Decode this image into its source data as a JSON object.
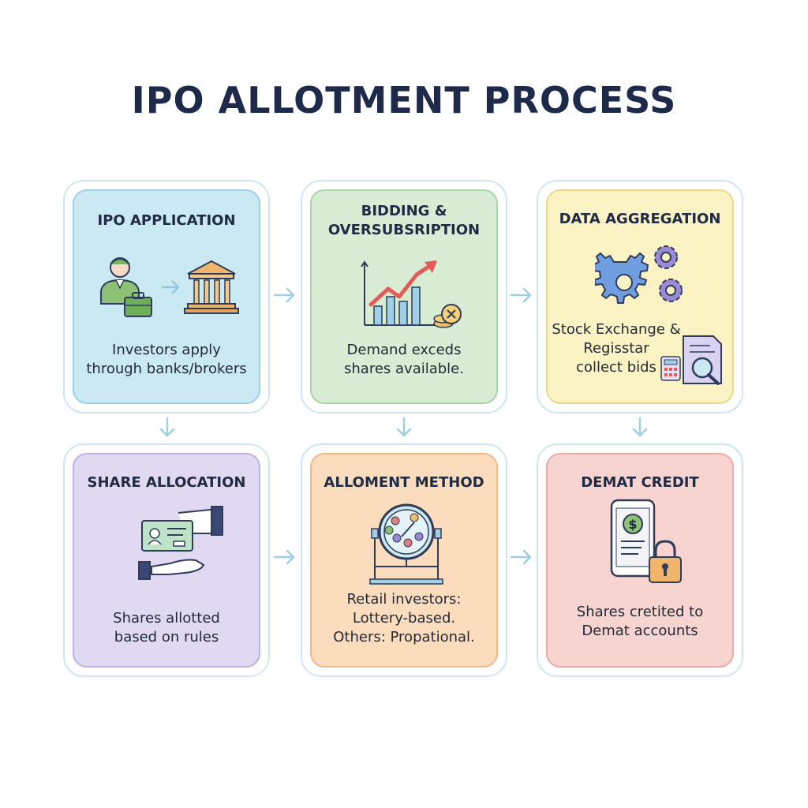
{
  "title": "IPO ALLOTMENT PROCESS",
  "steps": [
    {
      "title": "IPO APPLICATION",
      "text": [
        "Investors apply",
        "through banks/brokers"
      ],
      "icon": "investor-to-bank-icon"
    },
    {
      "title": [
        "BIDDING &",
        "OVERSUBSRIPTION"
      ],
      "text": [
        "Demand exceds",
        "shares available."
      ],
      "icon": "rising-chart-icon"
    },
    {
      "title": "DATA AGGREGATION",
      "text": [
        "Stock Exchange &",
        "Regisstar",
        "collect bids"
      ],
      "icon": "gears-icon"
    },
    {
      "title": "SHARE ALLOCATION",
      "text": [
        "Shares allotted",
        "based on rules"
      ],
      "icon": "handover-certificate-icon"
    },
    {
      "title": "ALLOMENT METHOD",
      "text": [
        "Retail investors:",
        "Lottery-based.",
        "Others: Propational."
      ],
      "icon": "lottery-drum-icon"
    },
    {
      "title": "DEMAT CREDIT",
      "text": [
        "Shares cretited to",
        "Demat accounts"
      ],
      "icon": "phone-lock-icon"
    }
  ],
  "colors": {
    "title": "#1e2a4a",
    "arrow": "#9fcfe3",
    "card1": "#cbe9f3",
    "card2": "#d9edd5",
    "card3": "#fbf3c4",
    "card4": "#e0d9f1",
    "card5": "#fbdcbd",
    "card6": "#f8d4d1"
  }
}
